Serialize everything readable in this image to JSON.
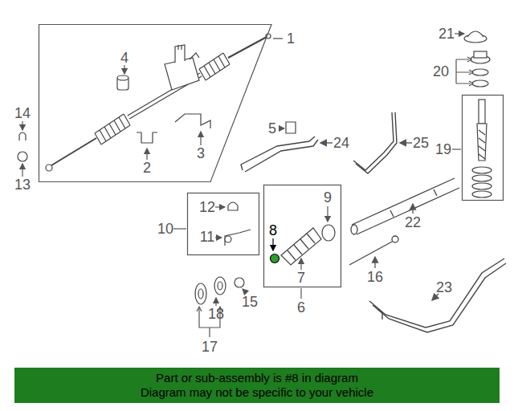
{
  "diagram": {
    "nodes": [
      {
        "text": [
          "1"
        ]
      },
      {
        "text": [
          "10"
        ]
      },
      {
        "text": [
          "6"
        ]
      },
      {
        "text": [
          "19"
        ]
      },
      {
        "text": [
          "Part or sub-assembly is #8 in diagram",
          "Diagram may not be specific to your vehicle"
        ]
      }
    ],
    "labels": [
      "21",
      "4",
      "5",
      "24",
      "25",
      "20",
      "14",
      "3",
      "2",
      "13",
      "12",
      "9",
      "22",
      "8",
      "11",
      "7",
      "16",
      "23",
      "15",
      "18",
      "17"
    ]
  }
}
